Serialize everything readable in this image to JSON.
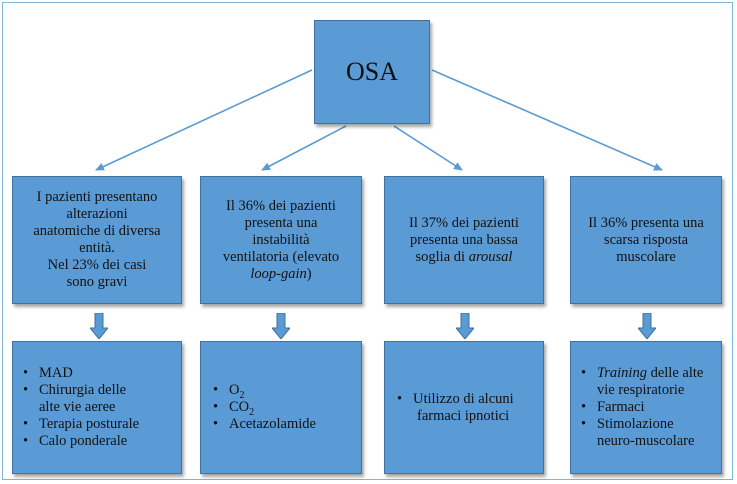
{
  "center": {
    "label": "OSA"
  },
  "colors": {
    "box_fill": "#5b9bd5",
    "box_border": "#41719c",
    "arrow": "#5b9bd5",
    "frame": "#7fb5d8"
  },
  "columns": [
    {
      "mid_lines": [
        "I pazienti presentano",
        "alterazioni",
        "anatomiche di diversa",
        "entità.",
        "Nel 23% dei casi",
        "sono gravi"
      ],
      "items": [
        {
          "text": "MAD"
        },
        {
          "text": "Chirurgia delle",
          "cont": "alte vie aeree"
        },
        {
          "text": "Terapia posturale"
        },
        {
          "text": "Calo ponderale"
        }
      ]
    },
    {
      "mid_lines": [
        "Il 36% dei pazienti",
        "presenta una",
        "instabilità",
        "ventilatoria (elevato"
      ],
      "mid_italic_line": "loop-gain",
      "mid_italic_close": ")",
      "items": [
        {
          "text": "O",
          "sub": "2"
        },
        {
          "text": "CO",
          "sub": "2"
        },
        {
          "text": "Acetazolamide"
        }
      ]
    },
    {
      "mid_lines": [
        "Il 37% dei pazienti",
        "presenta una bassa"
      ],
      "mid_last_prefix": "soglia di ",
      "mid_last_italic": "arousal",
      "items": [
        {
          "text": "Utilizzo di alcuni",
          "cont": "farmaci ipnotici"
        }
      ]
    },
    {
      "mid_lines": [
        "Il 36% presenta una",
        "scarsa risposta",
        "muscolare"
      ],
      "items": [
        {
          "italic": "Training",
          "text": " delle alte",
          "cont": "vie respiratorie"
        },
        {
          "text": "Farmaci"
        },
        {
          "text": "Stimolazione",
          "cont": "neuro-muscolare"
        }
      ]
    }
  ],
  "bullet_char": "•"
}
